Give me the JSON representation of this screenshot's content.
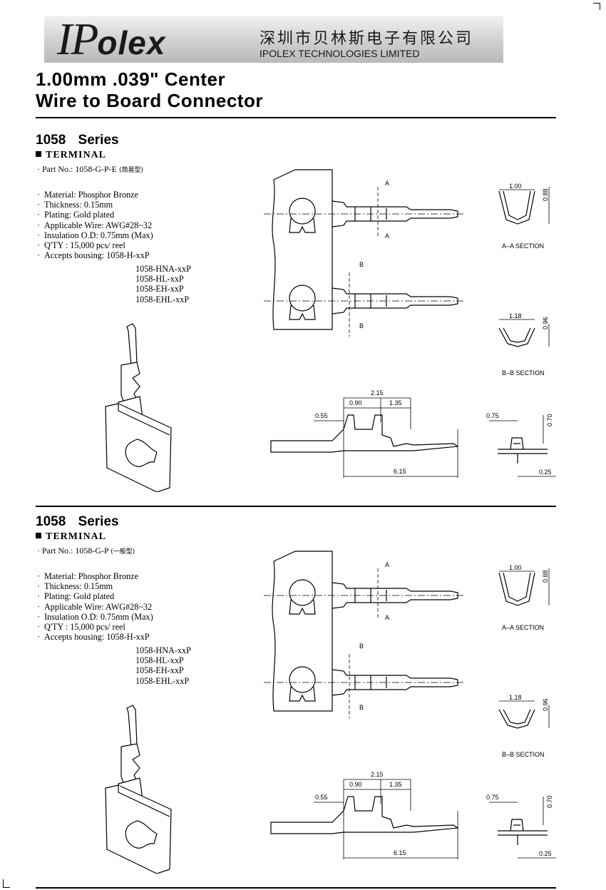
{
  "header": {
    "logo_mark": "IP",
    "logo_mark_suffix": "olex",
    "company_cn": "深圳市贝林斯电子有限公司",
    "company_en": "IPOLEX TECHNOLOGIES LIMITED",
    "title_line1": "1.00mm .039\" Center",
    "title_line2": "Wire to Board Connector"
  },
  "sections": [
    {
      "series": "1058 Series",
      "heading": "TERMINAL",
      "part_no": "· Part No.: 1058-G-P-E",
      "part_note": "(简易型)",
      "specs": [
        "Material: Phosphor Bronze",
        "Thickness: 0.15mm",
        "Plating: Gold plated",
        "Applicable Wire: AWG#28~32",
        "Insulation O.D: 0.75mm (Max)",
        "Q'TY : 15,000 pcs/ reel",
        "Accepts housing: 1058-H-xxP"
      ],
      "housings": [
        "1058-HNA-xxP",
        "1058-HL-xxP",
        "1058-EH-xxP",
        "1058-EHL-xxP"
      ]
    },
    {
      "series": "1058 Series",
      "heading": "TERMINAL",
      "part_no": "· Part No.: 1058-G-P",
      "part_note": "(一般型)",
      "specs": [
        "Material: Phosphor Bronze",
        "Thickness: 0.15mm",
        "Plating: Gold plated",
        "Applicable Wire: AWG#28~32",
        "Insulation O.D: 0.75mm (Max)",
        "Q'TY : 15,000 pcs/ reel",
        "Accepts housing: 1058-H-xxP"
      ],
      "housings": [
        "1058-HNA-xxP",
        "1058-HL-xxP",
        "1058-EH-xxP",
        "1058-EHL-xxP"
      ]
    }
  ],
  "drawing": {
    "mark_a": "A",
    "mark_b": "B",
    "aa_section": "A–A SECTION",
    "bb_section": "B–B SECTION",
    "aa_width": "1.00",
    "aa_height": "0.88",
    "bb_width": "1.18",
    "bb_height": "0.96",
    "side_total": "2.15",
    "side_left": "0.90",
    "side_right": "1.35",
    "side_offset": "0.55",
    "side_length": "6.15",
    "end_width": "0.75",
    "end_height": "0.70",
    "end_thickness": "0.25"
  }
}
